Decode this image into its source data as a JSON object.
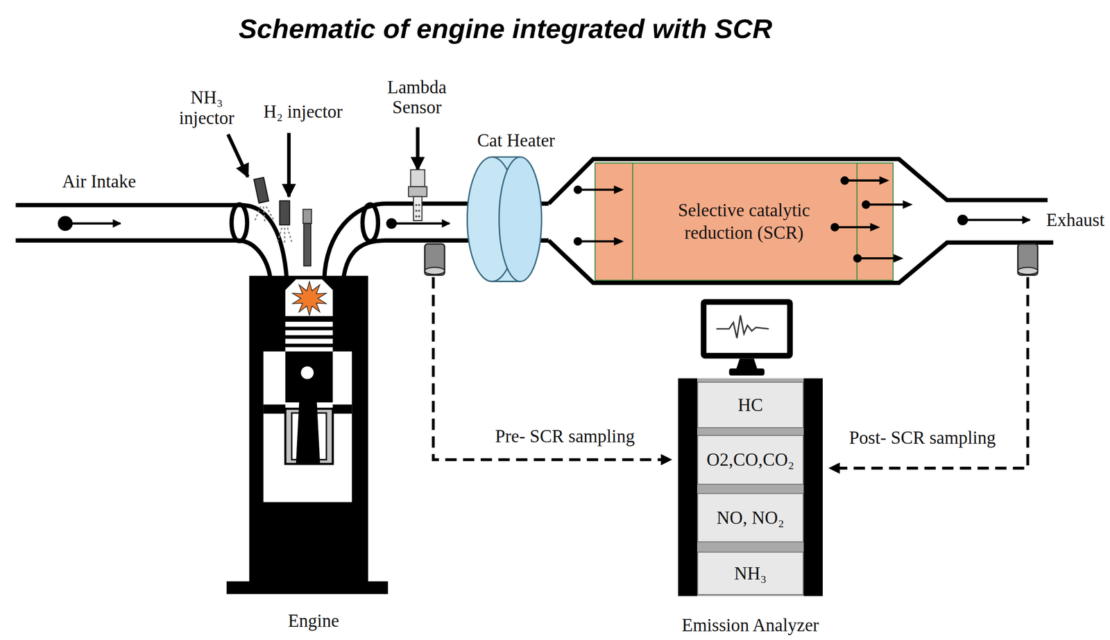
{
  "diagram": {
    "title": "Schematic of engine integrated with SCR",
    "nodes": [
      {
        "text": [
          "Selective catalytic reduction (SCR)"
        ]
      },
      {
        "text": [
          "Emission Analyzer"
        ]
      },
      {
        "text": [
          "HC"
        ],
        "in": 1
      },
      {
        "text": [
          "O2,CO,CO₂"
        ],
        "in": 1
      },
      {
        "text": [
          "NO, NO₂"
        ],
        "in": 1
      },
      {
        "text": [
          "NH₃"
        ],
        "in": 1
      }
    ],
    "labels": [
      "Air Intake",
      "NH₃ injector",
      "H₂ injector",
      "Lambda Sensor",
      "Cat Heater",
      "Exhaust",
      "Pre- SCR sampling",
      "Post- SCR sampling",
      "Engine"
    ]
  }
}
